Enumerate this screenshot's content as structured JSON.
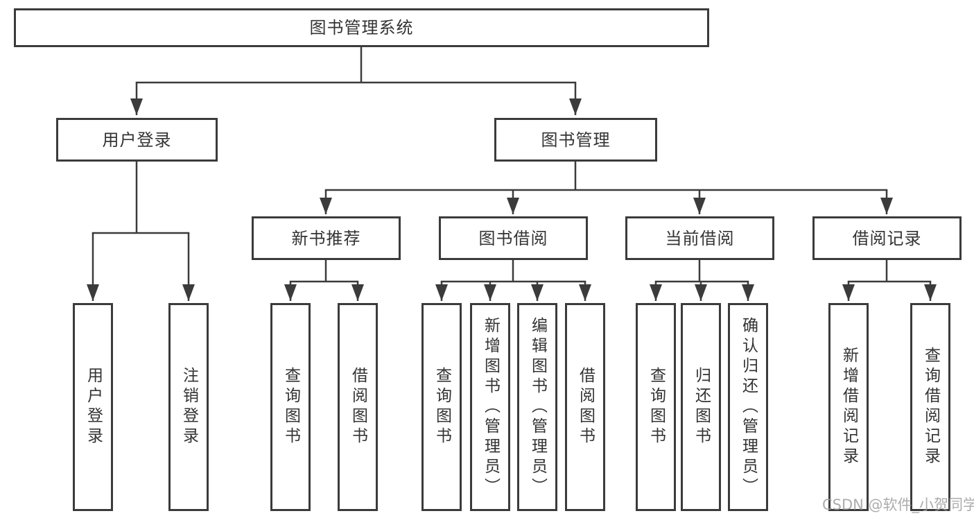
{
  "tree": {
    "root": {
      "label": "图书管理系统"
    },
    "user_login": {
      "label": "用户登录",
      "children": {
        "login": {
          "label": "用户登录"
        },
        "logout": {
          "label": "注销登录"
        }
      }
    },
    "book_mgmt": {
      "label": "图书管理",
      "children": {
        "new_book_rec": {
          "label": "新书推荐",
          "children": {
            "query_books": {
              "label": "查询图书"
            },
            "borrow_books": {
              "label": "借阅图书"
            }
          }
        },
        "book_borrow": {
          "label": "图书借阅",
          "children": {
            "query_books": {
              "label": "查询图书"
            },
            "add_books": {
              "label": "新增图书（管理员）"
            },
            "edit_books": {
              "label": "编辑图书（管理员）"
            },
            "borrow_books": {
              "label": "借阅图书"
            }
          }
        },
        "current_borrow": {
          "label": "当前借阅",
          "children": {
            "query_books": {
              "label": "查询图书"
            },
            "return_books": {
              "label": "归还图书"
            },
            "confirm_return": {
              "label": "确认归还（管理员）"
            }
          }
        },
        "borrow_records": {
          "label": "借阅记录",
          "children": {
            "add_record": {
              "label": "新增借阅记录"
            },
            "query_record": {
              "label": "查询借阅记录"
            }
          }
        }
      }
    }
  },
  "watermark": {
    "text": "CSDN @软件_小贺同学"
  },
  "colors": {
    "line": "#3b3b3b",
    "box_border": "#3b3b3b",
    "text": "#333333",
    "watermark": "#9e9e9e",
    "background": "#ffffff"
  }
}
